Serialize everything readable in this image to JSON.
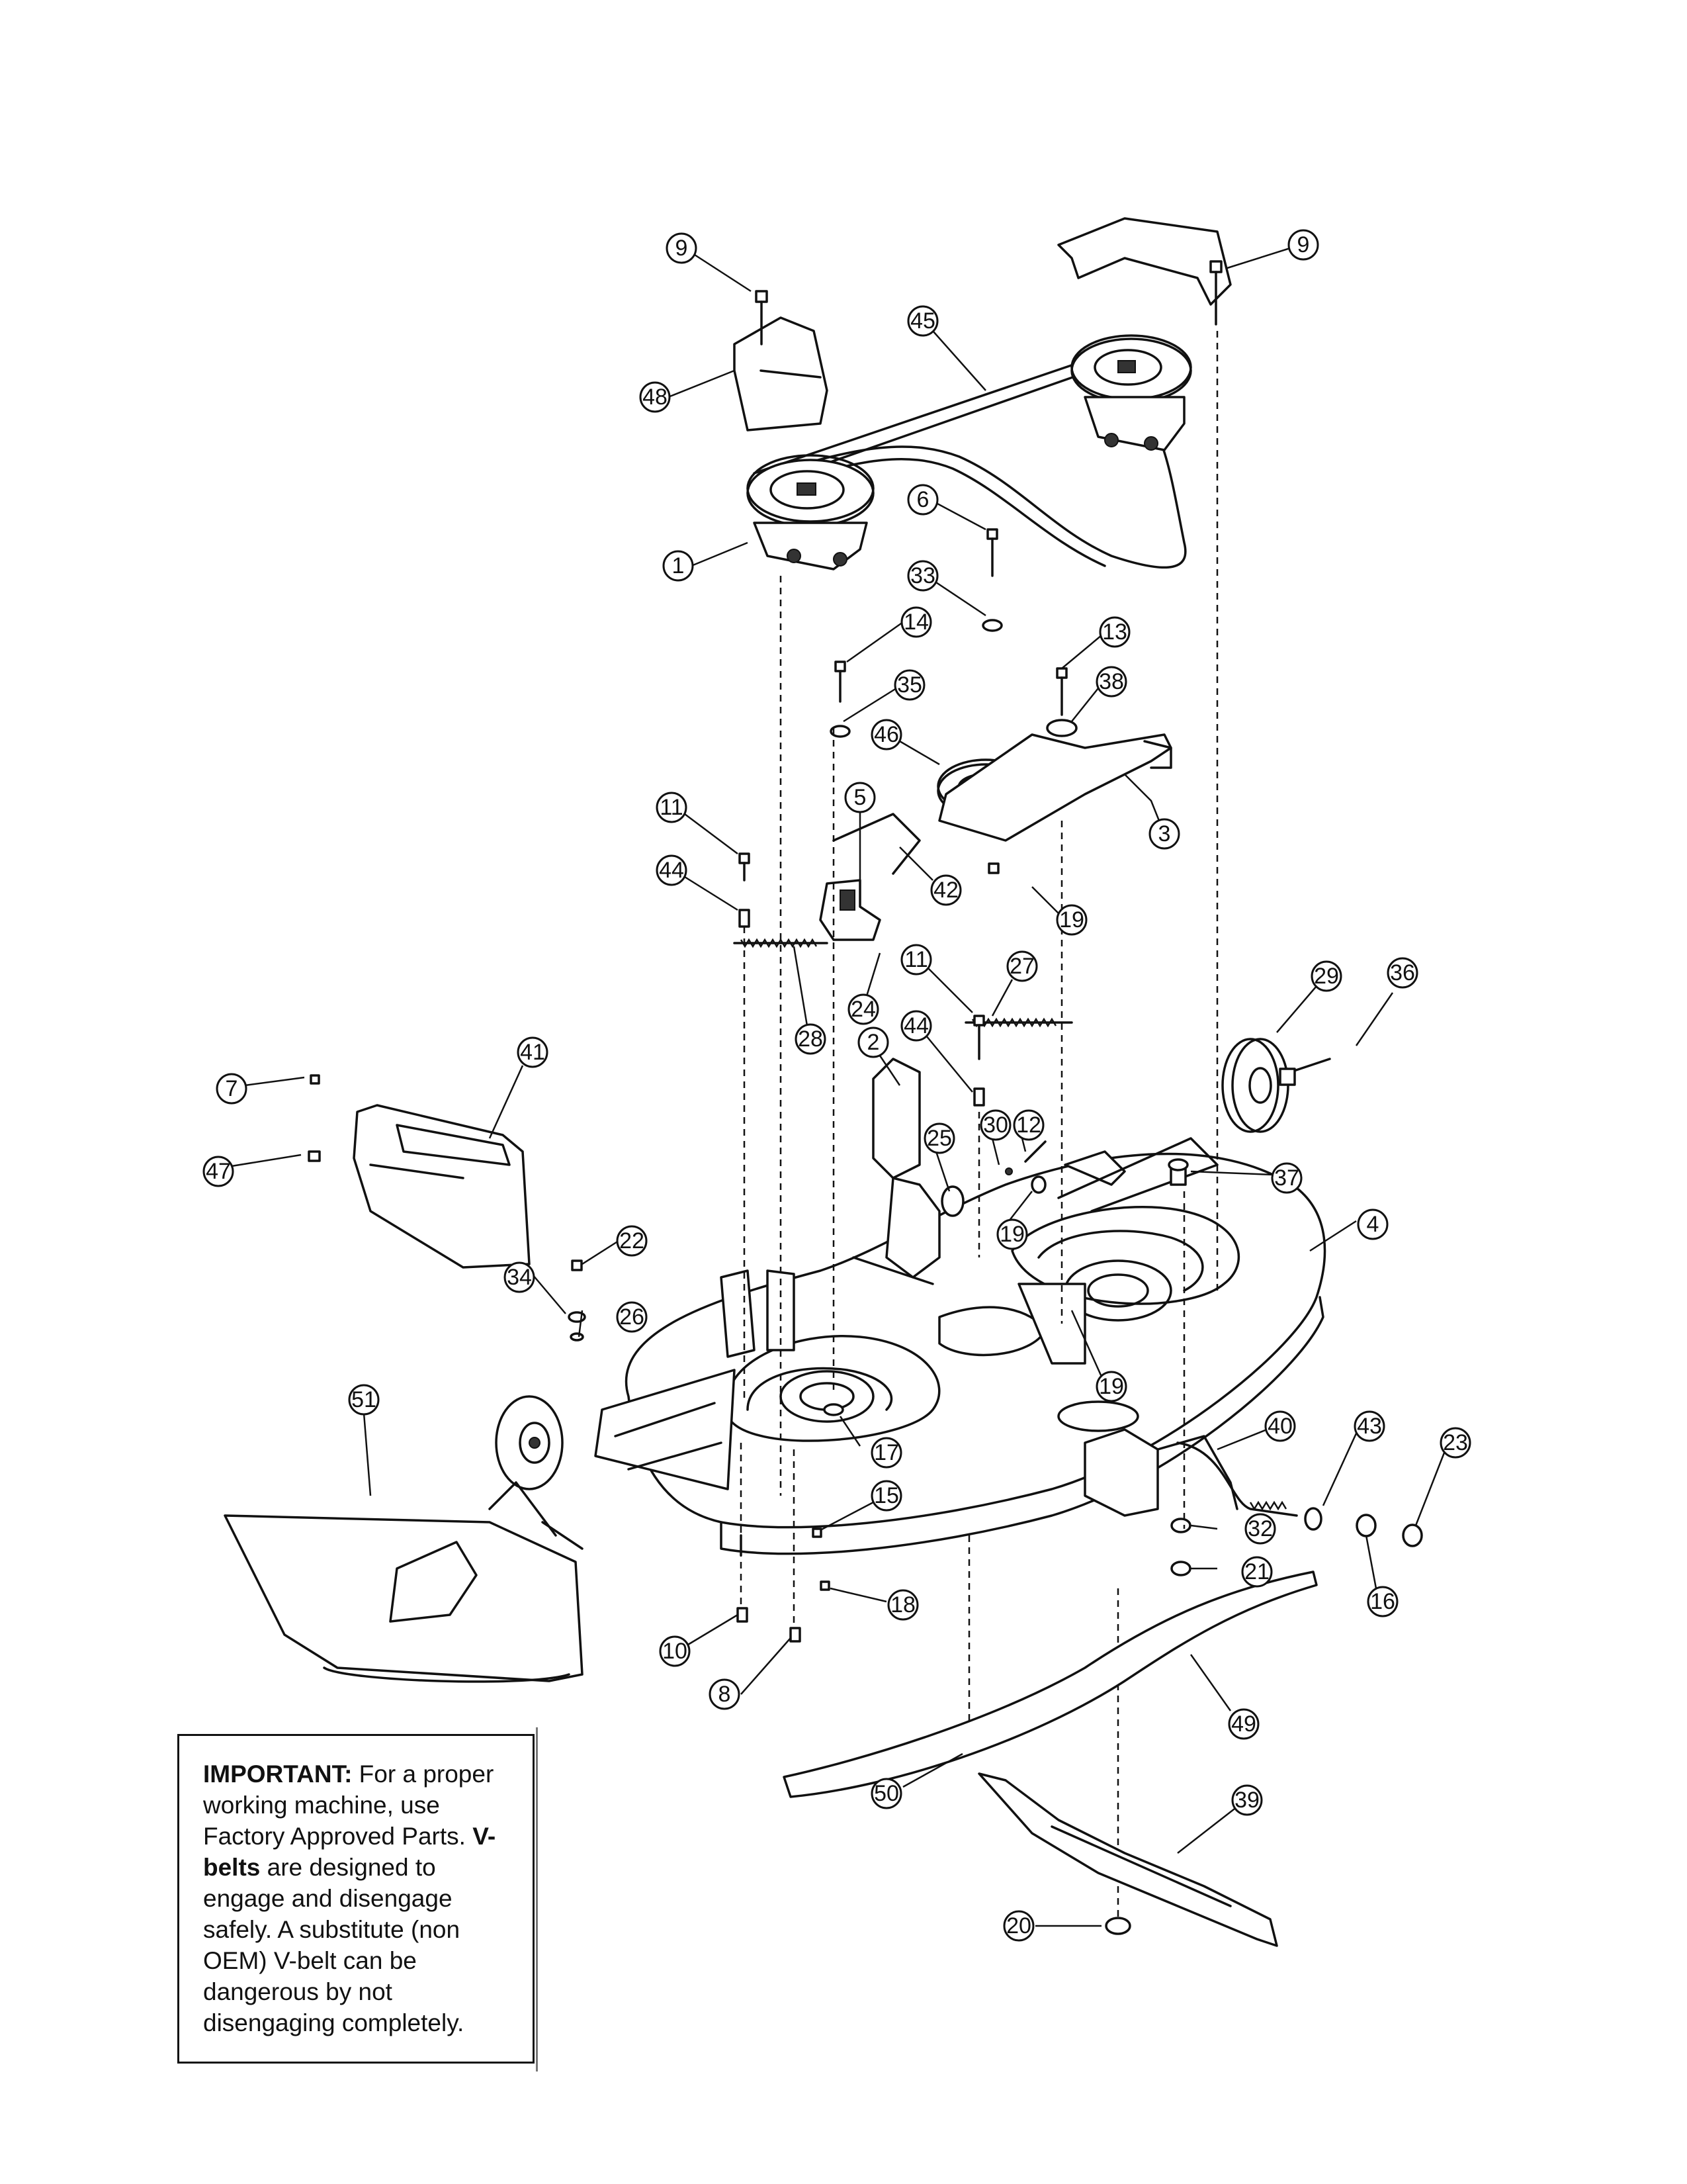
{
  "callouts": [
    {
      "label": "9"
    },
    {
      "label": "9"
    },
    {
      "label": "45"
    },
    {
      "label": "48"
    },
    {
      "label": "1"
    },
    {
      "label": "6"
    },
    {
      "label": "33"
    },
    {
      "label": "14"
    },
    {
      "label": "13"
    },
    {
      "label": "35"
    },
    {
      "label": "38"
    },
    {
      "label": "46"
    },
    {
      "label": "3"
    },
    {
      "label": "5"
    },
    {
      "label": "11"
    },
    {
      "label": "42"
    },
    {
      "label": "44"
    },
    {
      "label": "19"
    },
    {
      "label": "24"
    },
    {
      "label": "11"
    },
    {
      "label": "27"
    },
    {
      "label": "28"
    },
    {
      "label": "2"
    },
    {
      "label": "44"
    },
    {
      "label": "29"
    },
    {
      "label": "36"
    },
    {
      "label": "7"
    },
    {
      "label": "41"
    },
    {
      "label": "30"
    },
    {
      "label": "12"
    },
    {
      "label": "25"
    },
    {
      "label": "47"
    },
    {
      "label": "37"
    },
    {
      "label": "19"
    },
    {
      "label": "4"
    },
    {
      "label": "22"
    },
    {
      "label": "34"
    },
    {
      "label": "26"
    },
    {
      "label": "19"
    },
    {
      "label": "51"
    },
    {
      "label": "43"
    },
    {
      "label": "40"
    },
    {
      "label": "23"
    },
    {
      "label": "17"
    },
    {
      "label": "15"
    },
    {
      "label": "32"
    },
    {
      "label": "21"
    },
    {
      "label": "16"
    },
    {
      "label": "18"
    },
    {
      "label": "10"
    },
    {
      "label": "8"
    },
    {
      "label": "49"
    },
    {
      "label": "50"
    },
    {
      "label": "39"
    },
    {
      "label": "20"
    }
  ],
  "notice": {
    "important_label": "IMPORTANT:",
    "important_text": " For a proper working machine, use Factory Approved Parts.",
    "vbelts_label": "V-belts",
    "vbelts_text": " are designed to engage and disengage safely. A substitute (non OEM) V-belt can be dangerous by not disengaging completely."
  }
}
